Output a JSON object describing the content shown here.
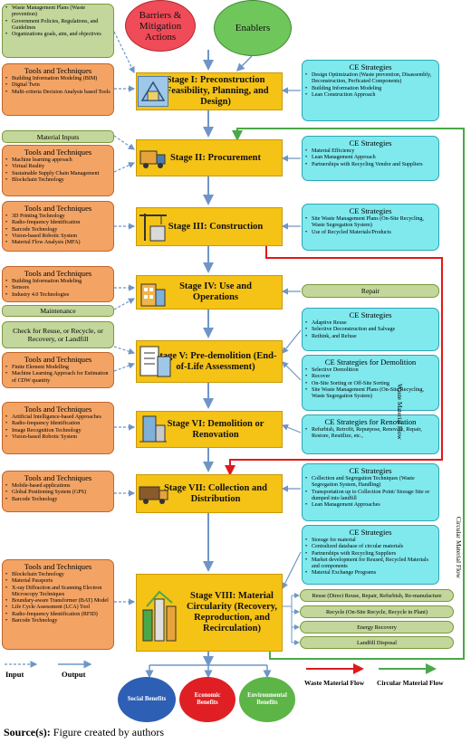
{
  "top": {
    "barriers": "Barriers & Mitigation Actions",
    "enablers": "Enablers",
    "top_left_items": [
      "Waste Management Plans (Waste prevention)",
      "Government Policies, Regulations, and Guidelines",
      "Organizations goals, aim, and objectives"
    ]
  },
  "stages": [
    {
      "label": "Stage I: Preconstruction (Feasibility, Planning, and Design)"
    },
    {
      "label": "Stage II: Procurement"
    },
    {
      "label": "Stage III: Construction"
    },
    {
      "label": "Stage IV: Use and Operations"
    },
    {
      "label": "Stage V: Pre-demolition (End-of-Life Assessment)"
    },
    {
      "label": "Stage VI: Demolition or Renovation"
    },
    {
      "label": "Stage VII: Collection and Distribution"
    },
    {
      "label": "Stage VIII: Material Circularity (Recovery, Reproduction, and Recirculation)"
    }
  ],
  "tools": [
    {
      "title": "Tools and Techniques",
      "items": [
        "Building Information Modeling (BIM)",
        "Digital Twin",
        "Multi-criteria Decision Analysis based Tools"
      ]
    },
    {
      "title": "Tools and Techniques",
      "items": [
        "Machine learning approach",
        "Virtual Reality",
        "Sustainable Supply Chain Management",
        "Blockchain Technology"
      ]
    },
    {
      "title": "Tools and Techniques",
      "items": [
        "3D Printing Technology",
        "Radio-frequency Identification",
        "Barcode Technology",
        "Vision-based Robotic System",
        "Material Flow Analysis (MFA)"
      ]
    },
    {
      "title": "Tools and Techniques",
      "items": [
        "Building Information Modeling",
        "Sensors",
        "Industry 4.0 Technologies"
      ]
    },
    {
      "title": "Tools and Techniques",
      "items": [
        "Finite Element Modelling",
        "Machine Learning Approach for Estimation of CDW quantity"
      ]
    },
    {
      "title": "Tools and Techniques",
      "items": [
        "Artificial Intelligence-based Approaches",
        "Radio-frequency Identification",
        "Image Recognition Technology",
        "Vision-based Robotic System"
      ]
    },
    {
      "title": "Tools and Techniques",
      "items": [
        "Mobile-based applications",
        "Global Positioning System (GPS)",
        "Barcode Technology"
      ]
    },
    {
      "title": "Tools and Techniques",
      "items": [
        "Blockchain Technology",
        "Material Passports",
        "X-ray Diffraction and Scanning Electron Microscopy Techniques",
        "Boundary-aware Transformer (BAT) Model",
        "Life Cycle Assessment (LCA) Tool",
        "Radio-frequency Identification (RFID)",
        "Barcode Technology"
      ]
    }
  ],
  "side_inputs": {
    "material_inputs": "Material Inputs",
    "maintenance": "Maintenance",
    "check": "Check for Reuse, or Recycle, or Recovery, or Landfill",
    "repair": "Repair"
  },
  "strategies": [
    {
      "title": "CE Strategies",
      "items": [
        "Design Optimization (Waste prevention, Disassembly, Deconstruction, Perficated Components)",
        "Building Information Modeling",
        "Lean Construction Approach"
      ]
    },
    {
      "title": "CE Strategies",
      "items": [
        "Material Efficiency",
        "Lean Management Approach",
        "Partnerships with Recycling Vendor and Suppliers"
      ]
    },
    {
      "title": "CE Strategies",
      "items": [
        "Site Waste Management Plans (On-Site Recycling, Waste Segregation System)",
        "Use of Recycled Materials/Products"
      ]
    },
    {
      "title": "CE Strategies",
      "items": [
        "Adaptive Reuse",
        "Selective Deconstruction and Salvage",
        "Rethink, and Refuse"
      ]
    },
    {
      "title": "CE Strategies for Demolition",
      "items": [
        "Selective Demolition",
        "Recover",
        "On-Site Sorting or Off-Site Sorting",
        "Site Waste Management Plans (On-Site Recycling, Waste Segregation System)"
      ]
    },
    {
      "title": "CE Strategies for Renovation",
      "items": [
        "Refurbish, Retrofit, Repurpose, Renovate, Repair, Restore, Reutilize, etc.,"
      ]
    },
    {
      "title": "CE Strategies",
      "items": [
        "Collection and Segregation Techniques (Waste Segregation System, Handling)",
        "Transportation up to Collection Point/ Storage Site or dumped into landfill",
        "Lean Management Approaches"
      ]
    },
    {
      "title": "CE Strategies",
      "items": [
        "Storage for material",
        "Centralized database of circular materials",
        "Partnerships with Recycling Suppliers",
        "Market development for Reused, Recycled Materials and components",
        "Material Exchange Programs"
      ]
    }
  ],
  "outcomes": [
    "Reuse (Direct Reuse, Repair, Refurbish, Re-manufacture",
    "Recycle (On-Site Recycle, Recycle in Plant)",
    "Energy Recovery",
    "Landfill Disposal"
  ],
  "benefits": {
    "social": "Social Benefits",
    "economic": "Economic Benefits",
    "environmental": "Environmental Benefits"
  },
  "flows": {
    "waste": "Waste Material Flow",
    "circular": "Circular Material Flow"
  },
  "legend": {
    "input": "Input",
    "output": "Output",
    "waste": "Waste Material Flow",
    "circular": "Circular Material Flow"
  },
  "source": {
    "label": "Source(s):",
    "text": " Figure created by authors"
  },
  "colors": {
    "green_box": "#c3d69b",
    "orange_box": "#f3a465",
    "cyan_box": "#7fe9ee",
    "stage": "#f5c216",
    "arrow": "#6f95c8",
    "waste_flow": "#e0191b",
    "circular_flow": "#4aa84a",
    "social": "#2d5fb4",
    "economic": "#e01f24",
    "environmental": "#5db447",
    "barriers": "#f04b58",
    "enablers": "#6fc65a"
  }
}
